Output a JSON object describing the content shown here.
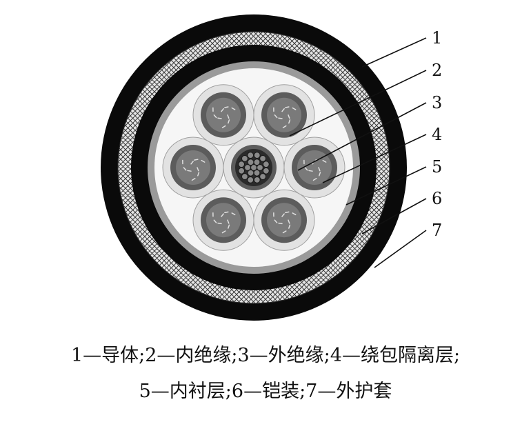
{
  "diagram": {
    "callouts": [
      {
        "number": "1",
        "target": "conductor"
      },
      {
        "number": "2",
        "target": "inner-insulation"
      },
      {
        "number": "3",
        "target": "outer-insulation"
      },
      {
        "number": "4",
        "target": "wrapping-shield"
      },
      {
        "number": "5",
        "target": "inner-lining"
      },
      {
        "number": "6",
        "target": "armour"
      },
      {
        "number": "7",
        "target": "outer-sheath"
      }
    ],
    "colors": {
      "outer_sheath": "#0a0a0a",
      "armour_background": "#e6e6e6",
      "inner_lining": "#0a0a0a",
      "wrapping_shield": "#9a9a9a",
      "filler": "#f6f6f6",
      "outer_insulation": "#e2e2e2",
      "inner_insulation": "#5c5c5c",
      "conductor": "#7a7a7a",
      "conductor_highlight": "#e0e0e0",
      "center_strand": "#8a8a8a",
      "center_strand_edge": "#1a1a1a"
    }
  },
  "caption": {
    "line1": "1—导体;2—内绝缘;3—外绝缘;4—绕包隔离层;",
    "line2": "5—内衬层;6—铠装;7—外护套"
  }
}
